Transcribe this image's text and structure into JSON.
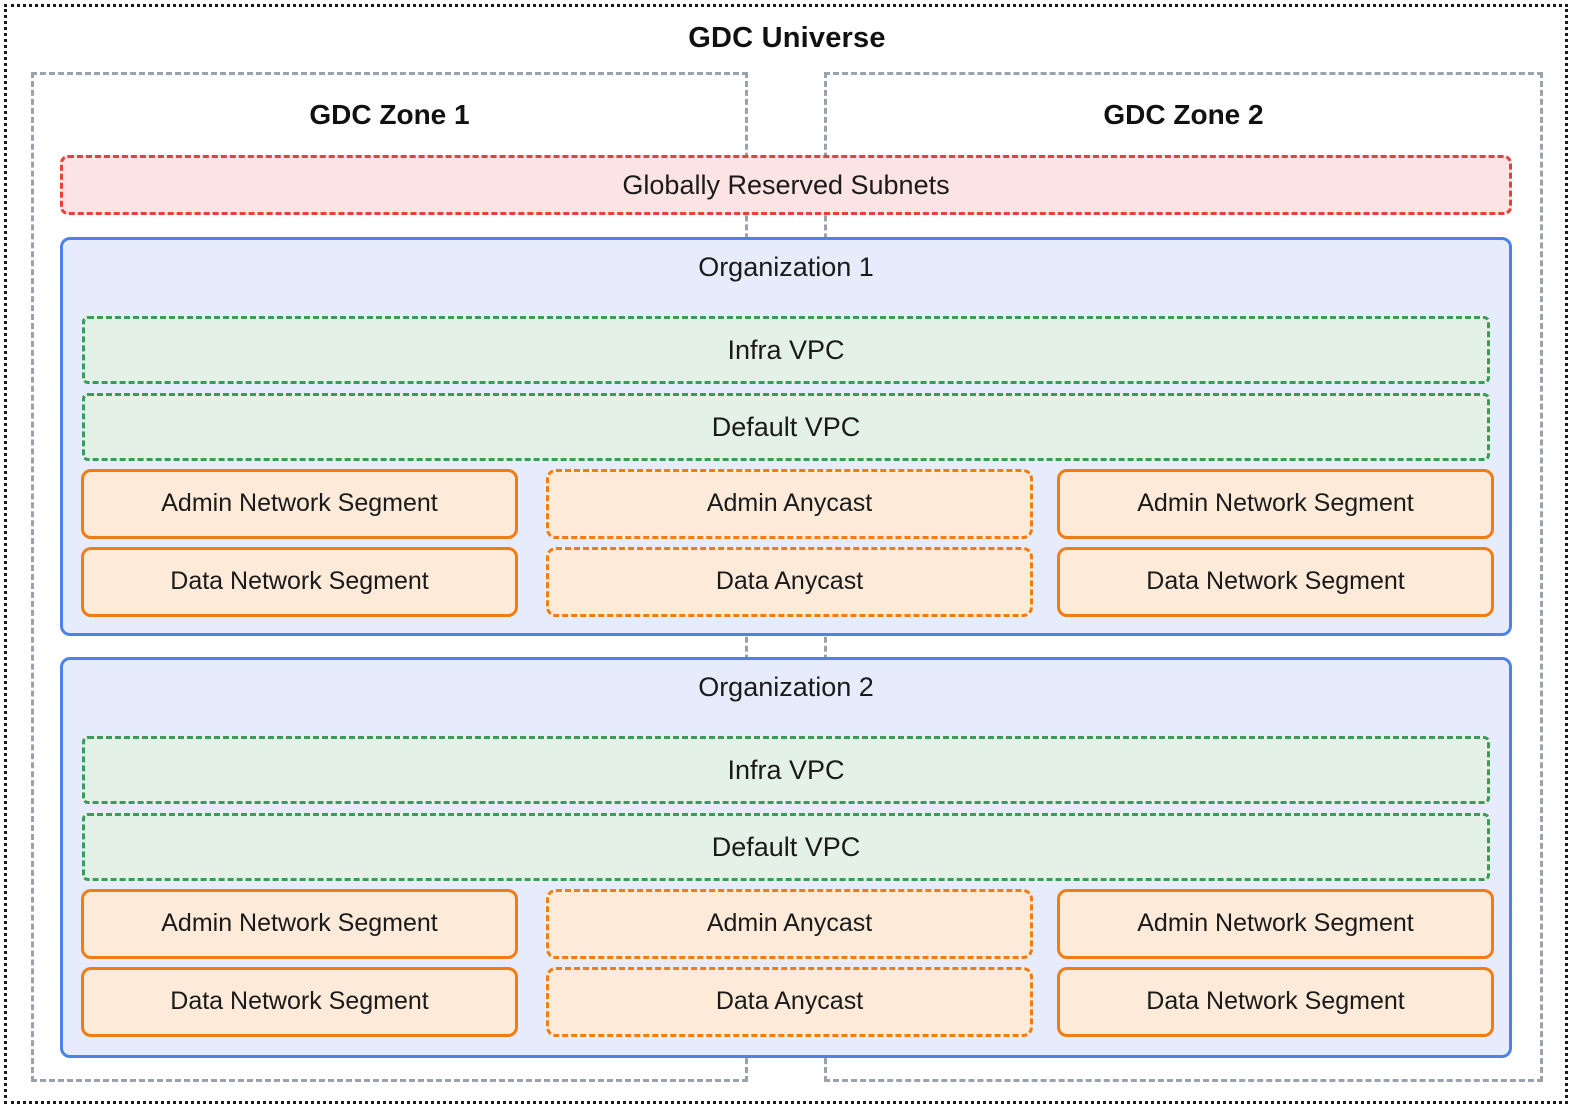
{
  "diagram": {
    "title": "GDC Universe",
    "colors": {
      "outer_border": "#1a1a1a",
      "zone_border": "#9aa3ad",
      "reserved_border": "#e8403a",
      "reserved_fill": "#fce4e4",
      "org_border": "#4d82e8",
      "org_fill": "#e6ecfb",
      "vpc_border": "#3a9c58",
      "vpc_fill": "#e3f1e7",
      "segment_border": "#f07c12",
      "segment_fill": "#fdead9"
    },
    "zones": [
      {
        "title": "GDC Zone 1"
      },
      {
        "title": "GDC Zone 2"
      }
    ],
    "reserved": {
      "label": "Globally Reserved Subnets"
    },
    "organizations": [
      {
        "title": "Organization 1",
        "vpcs": [
          {
            "label": "Infra VPC"
          },
          {
            "label": "Default VPC"
          }
        ],
        "rows": [
          {
            "name": "admin",
            "left": {
              "label": "Admin Network Segment",
              "style": "solid"
            },
            "mid": {
              "label": "Admin Anycast",
              "style": "dashed"
            },
            "right": {
              "label": "Admin Network Segment",
              "style": "solid"
            }
          },
          {
            "name": "data",
            "left": {
              "label": "Data Network Segment",
              "style": "solid"
            },
            "mid": {
              "label": "Data Anycast",
              "style": "dashed"
            },
            "right": {
              "label": "Data Network Segment",
              "style": "solid"
            }
          }
        ]
      },
      {
        "title": "Organization 2",
        "vpcs": [
          {
            "label": "Infra VPC"
          },
          {
            "label": "Default VPC"
          }
        ],
        "rows": [
          {
            "name": "admin",
            "left": {
              "label": "Admin Network Segment",
              "style": "solid"
            },
            "mid": {
              "label": "Admin Anycast",
              "style": "dashed"
            },
            "right": {
              "label": "Admin Network Segment",
              "style": "solid"
            }
          },
          {
            "name": "data",
            "left": {
              "label": "Data Network Segment",
              "style": "solid"
            },
            "mid": {
              "label": "Data Anycast",
              "style": "dashed"
            },
            "right": {
              "label": "Data Network Segment",
              "style": "solid"
            }
          }
        ]
      }
    ]
  }
}
